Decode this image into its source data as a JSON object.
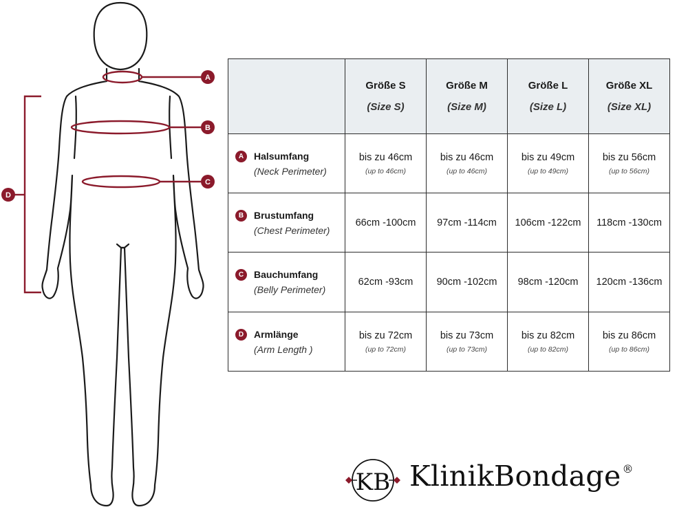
{
  "markers": {
    "a": "A",
    "b": "B",
    "c": "C",
    "d": "D"
  },
  "table": {
    "columns": [
      {
        "de": "Größe S",
        "en": "(Size S)"
      },
      {
        "de": "Größe M",
        "en": "(Size M)"
      },
      {
        "de": "Größe L",
        "en": "(Size L)"
      },
      {
        "de": "Größe XL",
        "en": "(Size XL)"
      }
    ],
    "rows": [
      {
        "marker": "A",
        "de": "Halsumfang",
        "en": "(Neck Perimeter)",
        "cells": [
          {
            "main": "bis zu 46cm",
            "sub": "(up to 46cm)"
          },
          {
            "main": "bis zu 46cm",
            "sub": "(up to 46cm)"
          },
          {
            "main": "bis zu 49cm",
            "sub": "(up to 49cm)"
          },
          {
            "main": "bis zu 56cm",
            "sub": "(up to 56cm)"
          }
        ]
      },
      {
        "marker": "B",
        "de": "Brustumfang",
        "en": "(Chest Perimeter)",
        "cells": [
          "66cm -100cm",
          "97cm -114cm",
          "106cm -122cm",
          "118cm -130cm"
        ]
      },
      {
        "marker": "C",
        "de": "Bauchumfang",
        "en": "(Belly Perimeter)",
        "cells": [
          "62cm -93cm",
          "90cm -102cm",
          "98cm -120cm",
          "120cm -136cm"
        ]
      },
      {
        "marker": "D",
        "de": "Armlänge",
        "en": "(Arm Length )",
        "cells": [
          {
            "main": "bis zu 72cm",
            "sub": "(up to 72cm)"
          },
          {
            "main": "bis zu 73cm",
            "sub": "(up to 73cm)"
          },
          {
            "main": "bis zu 82cm",
            "sub": "(up to 82cm)"
          },
          {
            "main": "bis zu 86cm",
            "sub": "(up to 86cm)"
          }
        ]
      }
    ]
  },
  "logo": {
    "monogram": "KB",
    "name": "KlinikBondage",
    "reg": "®"
  },
  "colors": {
    "accent": "#8b1a2b",
    "header_bg": "#eaeef1",
    "outline": "#1a1a1a"
  }
}
